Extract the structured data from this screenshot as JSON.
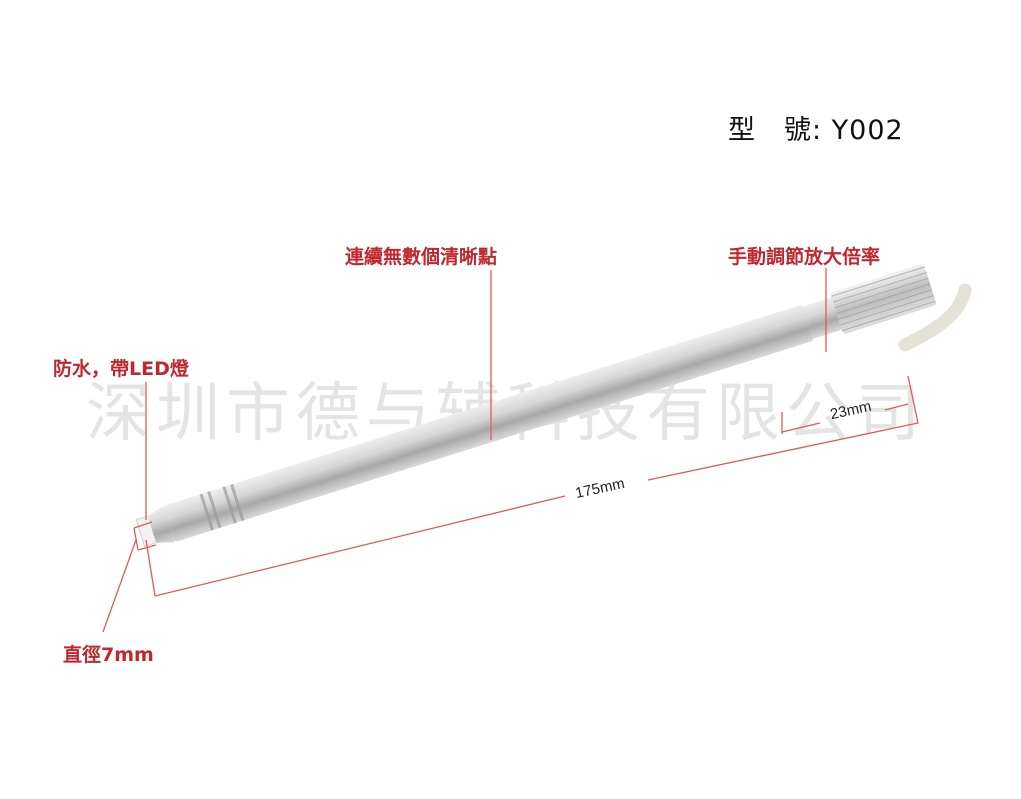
{
  "product": {
    "model_label": "型　號: Y002"
  },
  "watermark": {
    "text": "深圳市德与辅科技有限公司"
  },
  "callouts": {
    "continuous_points": "連續無數個清晰點",
    "manual_zoom": "手動調節放大倍率",
    "waterproof_led": "防水，帶LED燈",
    "diameter": "直徑7mm"
  },
  "dimensions": {
    "total_length": "175mm",
    "knob_length": "23mm"
  },
  "colors": {
    "annotation_red": "#c0282d",
    "guide_line_red": "#e05a5a",
    "watermark_gray": "#e4e4e4",
    "pen_silver": "#c9c9c9",
    "cable_beige": "#e8e6dc"
  }
}
